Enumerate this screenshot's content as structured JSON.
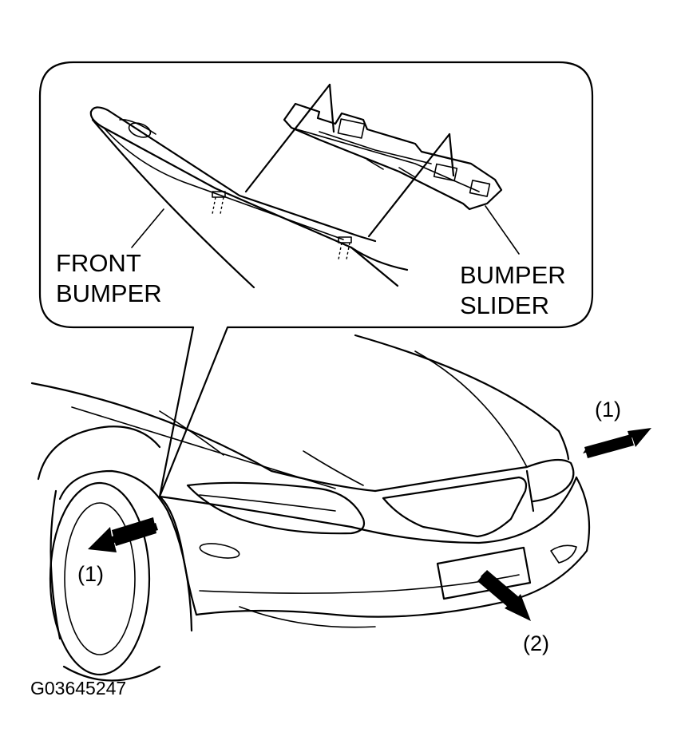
{
  "labels": {
    "front_bumper_line1": "FRONT",
    "front_bumper_line2": "BUMPER",
    "bumper_slider_line1": "BUMPER",
    "bumper_slider_line2": "SLIDER",
    "step_1_right": "(1)",
    "step_1_left": "(1)",
    "step_2": "(2)",
    "figure_code": "G03645247"
  },
  "colors": {
    "line": "#000000",
    "background": "#ffffff"
  }
}
